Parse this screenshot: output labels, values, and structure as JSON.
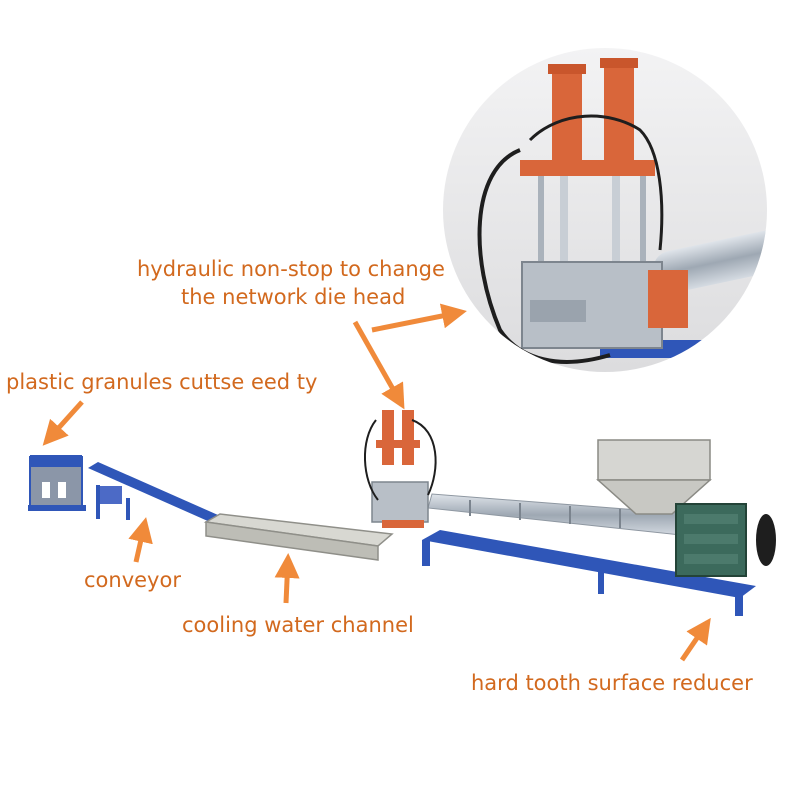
{
  "labels": {
    "die_head_line1": "hydraulic non-stop to change",
    "die_head_line2": "the network die head",
    "granules_cutter": "plastic granules cuttse eed ty",
    "conveyor": "conveyor",
    "cooling_channel": "cooling water channel",
    "reducer": "hard tooth surface reducer"
  },
  "colors": {
    "label_text": "#d2691e",
    "arrow": "#f08a3a",
    "frame_blue": "#2f56b8",
    "hydraulic_orange": "#d9663a",
    "steel": "#b9c1c9",
    "inset_bg": "#e9e9ea"
  }
}
